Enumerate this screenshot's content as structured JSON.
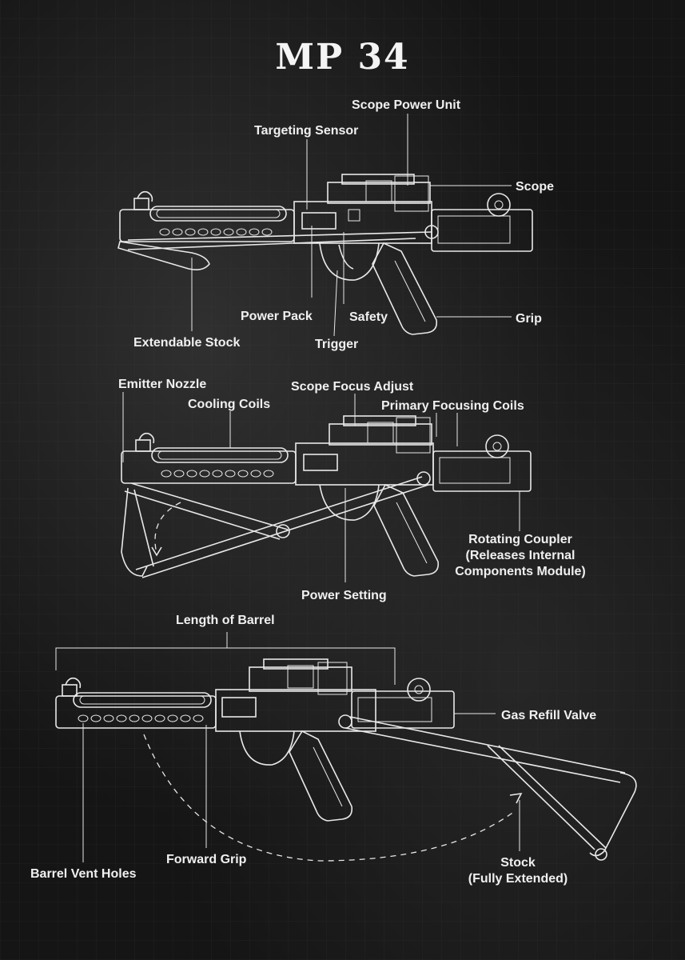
{
  "title": "MP 34",
  "views": {
    "top": {
      "labels": {
        "scope_power_unit": "Scope Power Unit",
        "targeting_sensor": "Targeting Sensor",
        "scope": "Scope",
        "power_pack": "Power Pack",
        "safety": "Safety",
        "grip": "Grip",
        "extendable_stock": "Extendable Stock",
        "trigger": "Trigger"
      }
    },
    "middle": {
      "labels": {
        "emitter_nozzle": "Emitter Nozzle",
        "scope_focus_adjust": "Scope Focus Adjust",
        "cooling_coils": "Cooling Coils",
        "primary_focusing_coils": "Primary Focusing Coils",
        "rotating_coupler_1": "Rotating Coupler",
        "rotating_coupler_2": "(Releases Internal",
        "rotating_coupler_3": "Components Module)",
        "power_setting": "Power Setting"
      }
    },
    "bottom": {
      "labels": {
        "length_of_barrel": "Length of Barrel",
        "gas_refill_valve": "Gas Refill Valve",
        "barrel_vent_holes": "Barrel Vent Holes",
        "forward_grip": "Forward Grip",
        "stock_1": "Stock",
        "stock_2": "(Fully Extended)"
      }
    }
  },
  "colors": {
    "background": "#151515",
    "line": "#e8e8e8",
    "text": "#f0f0f0"
  }
}
